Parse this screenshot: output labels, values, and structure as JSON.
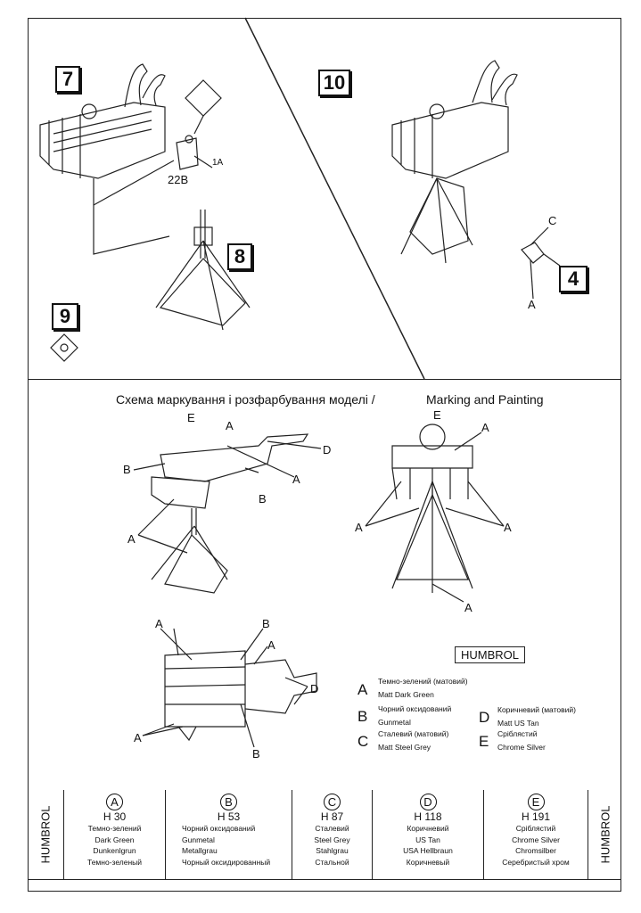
{
  "steps": {
    "s7": "7",
    "s8": "8",
    "s9": "9",
    "s10": "10",
    "s4": "4"
  },
  "part_labels": {
    "p22b": "22B",
    "p1a": "1A",
    "pc": "C",
    "pa": "A"
  },
  "marking": {
    "title_ua": "Схема маркування і розфарбування моделі /",
    "title_en": "Marking and Painting",
    "callouts": {
      "a": "A",
      "b": "B",
      "d": "D",
      "e": "E"
    }
  },
  "legend": {
    "brand": "HUMBROL",
    "items": [
      {
        "letter": "A",
        "ua": "Темно-зелений (матовий)",
        "en": "Matt Dark Green"
      },
      {
        "letter": "B",
        "ua": "Чорний оксидований",
        "en": "Gunmetal"
      },
      {
        "letter": "C",
        "ua": "Сталевий (матовий)",
        "en": "Matt Steel Grey"
      },
      {
        "letter": "D",
        "ua": "Коричневий (матовий)",
        "en": "Matt US Tan"
      },
      {
        "letter": "E",
        "ua": "Сріблястий",
        "en": "Chrome Silver"
      }
    ]
  },
  "table": {
    "side_label": "HUMBROL",
    "columns": [
      {
        "letter": "A",
        "code": "H 30",
        "ua": "Темно-зелений",
        "en": "Dark Green",
        "de": "Dunkenlgrun",
        "ru": "Темно-зеленый"
      },
      {
        "letter": "B",
        "code": "H 53",
        "ua": "Чорний оксидований",
        "en": "Gunmetal",
        "de": "Metallgrau",
        "ru": "Чорный оксидированный"
      },
      {
        "letter": "C",
        "code": "H 87",
        "ua": "Сталевий",
        "en": "Steel Grey",
        "de": "Stahlgrau",
        "ru": "Стальной"
      },
      {
        "letter": "D",
        "code": "H 118",
        "ua": "Коричневий",
        "en": "US Tan",
        "de": "USA Hellbraun",
        "ru": "Коричневый"
      },
      {
        "letter": "E",
        "code": "H 191",
        "ua": "Сріблястий",
        "en": "Chrome Silver",
        "de": "Chromsilber",
        "ru": "Серебристый хром"
      }
    ]
  }
}
